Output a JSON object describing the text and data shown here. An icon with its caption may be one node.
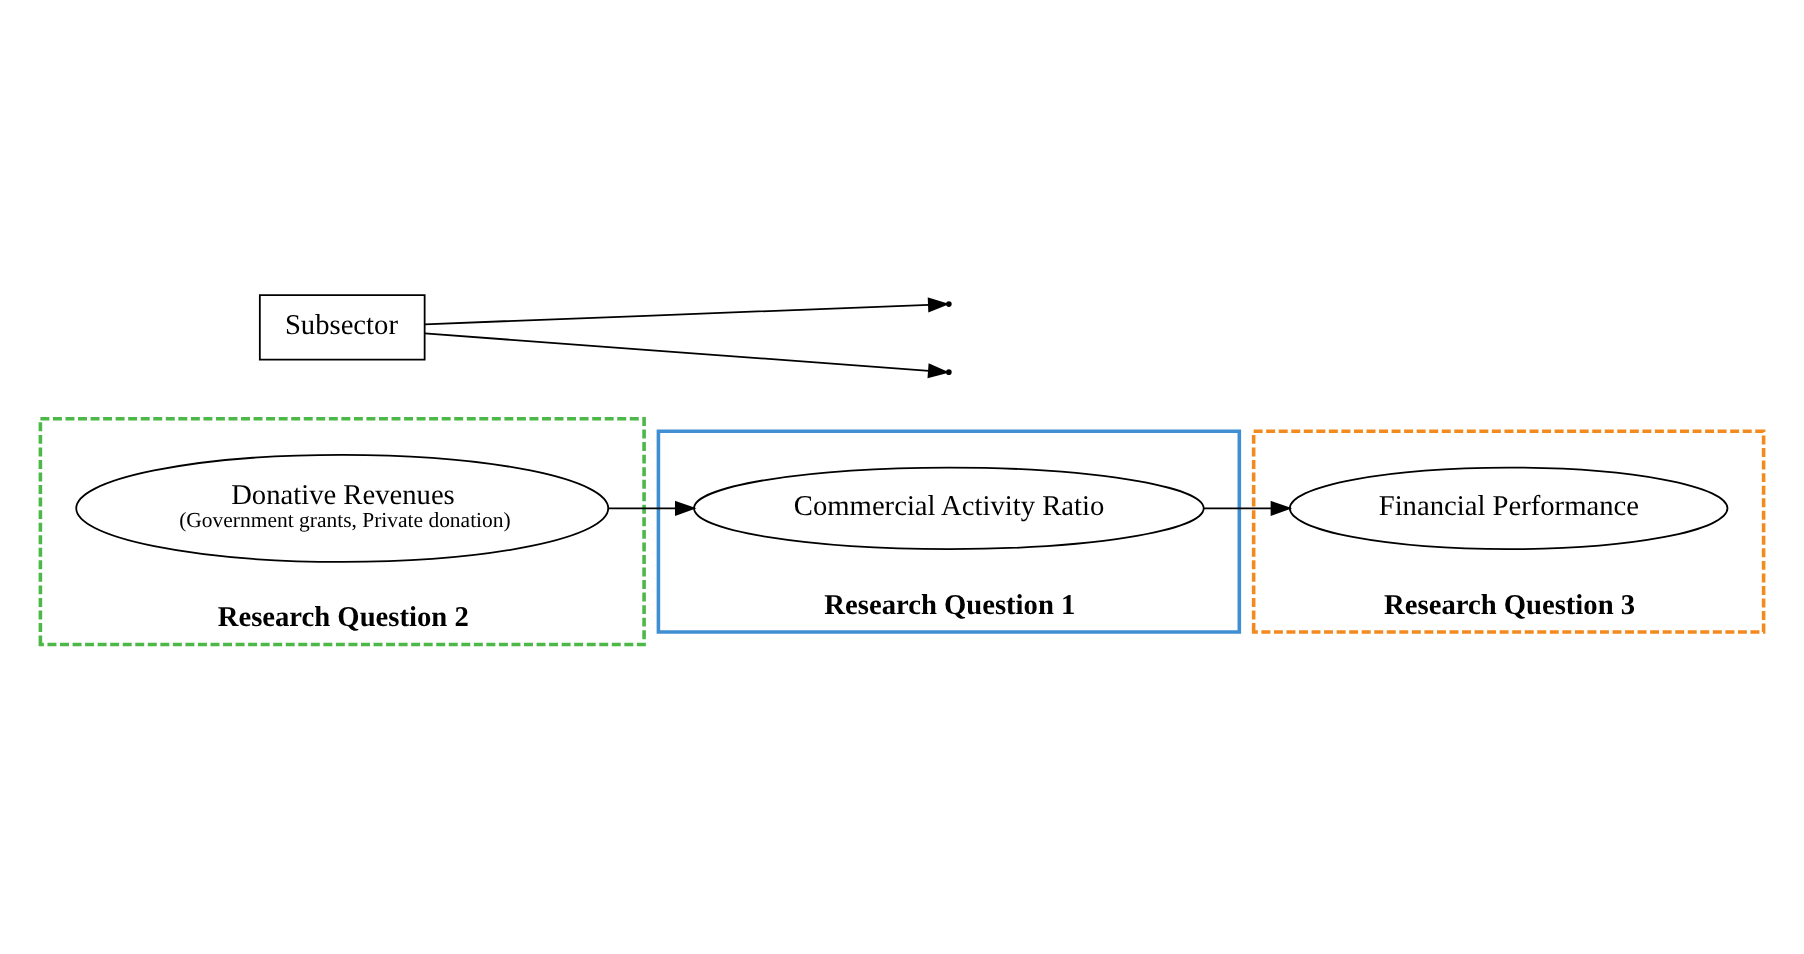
{
  "diagram": {
    "nodes": [
      {
        "text": [
          "Research Question 2"
        ]
      },
      {
        "text": [
          "Research Question 3"
        ]
      },
      {
        "text": [
          "Subsector"
        ]
      },
      {
        "text": [
          "Research Question 1"
        ]
      },
      {
        "text": [
          "Donative Revenues",
          "(Government grants, Private donation)"
        ],
        "in": 0
      },
      {
        "text": [
          "Commercial Activity Ratio"
        ],
        "in": 3
      },
      {
        "text": [
          "Financial Performance"
        ],
        "in": 1
      }
    ],
    "edges": [
      {
        "from": 4,
        "to": 5,
        "arrow": "to"
      },
      {
        "from": 5,
        "to": 6,
        "arrow": "to"
      },
      {
        "from": 2,
        "to": null,
        "arrow": "to"
      },
      {
        "from": 2,
        "to": null,
        "arrow": "to"
      }
    ]
  }
}
